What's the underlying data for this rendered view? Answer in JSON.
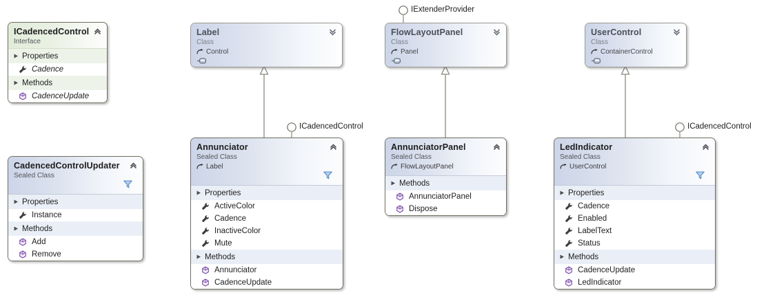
{
  "diagram": {
    "title": "UML Class Diagram",
    "colors": {
      "class_header_start": "#ccd5e8",
      "class_header_end": "#fdfdfe",
      "interface_header_start": "#e2ecd9",
      "group_row": "#eaeff7",
      "border": "#6f6f63",
      "filter_icon": "#4a86c8",
      "method_icon": "#7b4fa8",
      "property_icon": "#3c3c3c"
    },
    "icons": {
      "chevron_up": "chevron-up-icon",
      "chevron_down": "chevron-down-icon",
      "filter": "filter-icon",
      "property": "wrench-icon",
      "method": "cube-icon",
      "expander": "expander-triangle-icon",
      "base_arrow": "inherit-arrow-icon",
      "lollipop": "lollipop-icon"
    },
    "group_labels": {
      "properties": "Properties",
      "methods": "Methods"
    }
  },
  "shapes": {
    "icadencedcontrol": {
      "name": "ICadencedControl",
      "kind": "Interface",
      "base": "",
      "stereotype": "interface",
      "collapsed": false,
      "has_filter": false,
      "groups": [
        {
          "label": "Properties",
          "members": [
            {
              "name": "Cadence",
              "icon": "property"
            }
          ]
        },
        {
          "label": "Methods",
          "members": [
            {
              "name": "CadenceUpdate",
              "icon": "method"
            }
          ]
        }
      ]
    },
    "cadencedcontrolupdater": {
      "name": "CadencedControlUpdater",
      "kind": "Sealed Class",
      "base": "",
      "stereotype": "class",
      "collapsed": false,
      "has_filter": true,
      "groups": [
        {
          "label": "Properties",
          "members": [
            {
              "name": "Instance",
              "icon": "property"
            }
          ]
        },
        {
          "label": "Methods",
          "members": [
            {
              "name": "Add",
              "icon": "method"
            },
            {
              "name": "Remove",
              "icon": "method"
            }
          ]
        }
      ]
    },
    "label": {
      "name": "Label",
      "kind": "Class",
      "base": "Control",
      "stereotype": "class",
      "collapsed": true,
      "has_filter": false,
      "groups": []
    },
    "flowlayoutpanel": {
      "name": "FlowLayoutPanel",
      "kind": "Class",
      "base": "Panel",
      "stereotype": "class",
      "collapsed": true,
      "has_filter": false,
      "groups": []
    },
    "usercontrol": {
      "name": "UserControl",
      "kind": "Class",
      "base": "ContainerControl",
      "stereotype": "class",
      "collapsed": true,
      "has_filter": false,
      "groups": []
    },
    "annunciator": {
      "name": "Annunciator",
      "kind": "Sealed Class",
      "base": "Label",
      "stereotype": "class",
      "collapsed": false,
      "has_filter": true,
      "groups": [
        {
          "label": "Properties",
          "members": [
            {
              "name": "ActiveColor",
              "icon": "property"
            },
            {
              "name": "Cadence",
              "icon": "property"
            },
            {
              "name": "InactiveColor",
              "icon": "property"
            },
            {
              "name": "Mute",
              "icon": "property"
            }
          ]
        },
        {
          "label": "Methods",
          "members": [
            {
              "name": "Annunciator",
              "icon": "method"
            },
            {
              "name": "CadenceUpdate",
              "icon": "method"
            }
          ]
        }
      ]
    },
    "annunciatorpanel": {
      "name": "AnnunciatorPanel",
      "kind": "Sealed Class",
      "base": "FlowLayoutPanel",
      "stereotype": "class",
      "collapsed": false,
      "has_filter": false,
      "groups": [
        {
          "label": "Methods",
          "members": [
            {
              "name": "AnnunciatorPanel",
              "icon": "method"
            },
            {
              "name": "Dispose",
              "icon": "method"
            }
          ]
        }
      ]
    },
    "ledindicator": {
      "name": "LedIndicator",
      "kind": "Sealed Class",
      "base": "UserControl",
      "stereotype": "class",
      "collapsed": false,
      "has_filter": true,
      "groups": [
        {
          "label": "Properties",
          "members": [
            {
              "name": "Cadence",
              "icon": "property"
            },
            {
              "name": "Enabled",
              "icon": "property"
            },
            {
              "name": "LabelText",
              "icon": "property"
            },
            {
              "name": "Status",
              "icon": "property"
            }
          ]
        },
        {
          "label": "Methods",
          "members": [
            {
              "name": "CadenceUpdate",
              "icon": "method"
            },
            {
              "name": "LedIndicator",
              "icon": "method"
            }
          ]
        }
      ]
    }
  },
  "lollipops": {
    "flowlayoutpanel_extender": "IExtenderProvider",
    "annunciator_icadenced": "ICadencedControl",
    "ledindicator_icadenced": "ICadencedControl"
  },
  "connectors": [
    {
      "from": "Annunciator",
      "to": "Label",
      "type": "inheritance"
    },
    {
      "from": "AnnunciatorPanel",
      "to": "FlowLayoutPanel",
      "type": "inheritance"
    },
    {
      "from": "LedIndicator",
      "to": "UserControl",
      "type": "inheritance"
    }
  ]
}
